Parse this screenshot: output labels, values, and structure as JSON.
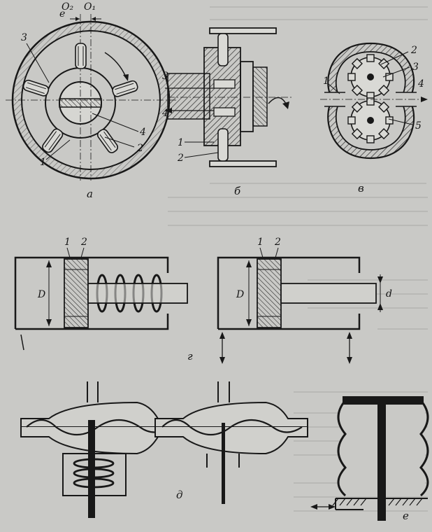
{
  "labels": {
    "a": {
      "e": "e",
      "o2": "O₂",
      "o1": "O₁",
      "n3": "3",
      "n4": "4",
      "n2": "2",
      "n1": "1"
    },
    "b": {
      "n3": "3",
      "n4": "4",
      "n1": "1",
      "n2": "2"
    },
    "v": {
      "n1": "1",
      "n2": "2",
      "n3": "3",
      "n4": "4",
      "n5": "5"
    },
    "g": {
      "l1": "1",
      "l2": "2",
      "lD": "D",
      "r1": "1",
      "r2": "2",
      "rD": "D",
      "rd": "d"
    }
  },
  "captions": {
    "a": "а",
    "b": "б",
    "v": "в",
    "g": "г",
    "d": "д",
    "e": "е"
  },
  "colors": {
    "ink": "#181818",
    "paper": "#c9c9c6",
    "hatch": "#2a2a2a"
  }
}
